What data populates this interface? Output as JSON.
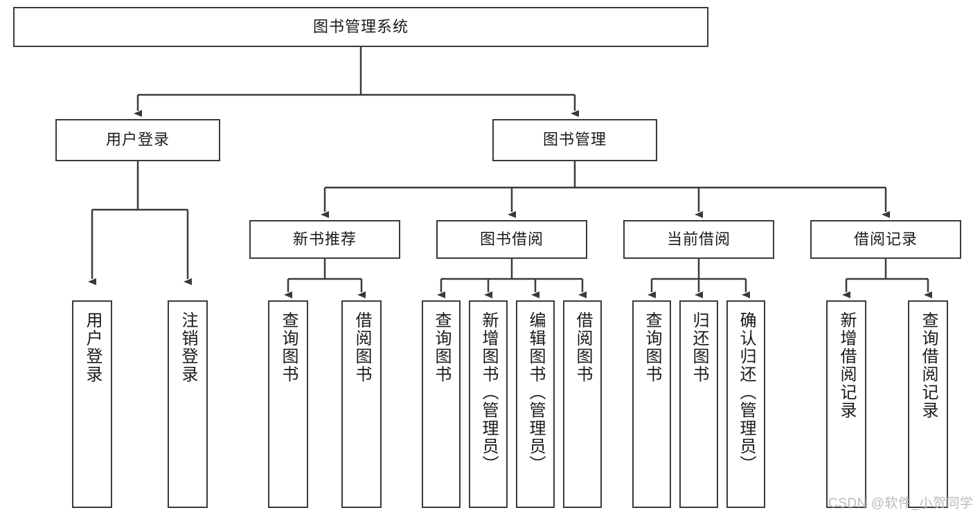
{
  "diagram": {
    "type": "tree",
    "orientation": "top-down",
    "root": {
      "label": "图书管理系统"
    },
    "level2": [
      {
        "label": "用户登录"
      },
      {
        "label": "图书管理"
      }
    ],
    "level3": [
      {
        "label": "新书推荐"
      },
      {
        "label": "图书借阅"
      },
      {
        "label": "当前借阅"
      },
      {
        "label": "借阅记录"
      }
    ],
    "leaves": {
      "user_login": [
        {
          "label": "用户登录"
        },
        {
          "label": "注销登录"
        }
      ],
      "new_book_recommend": [
        {
          "label": "查询图书"
        },
        {
          "label": "借阅图书"
        }
      ],
      "book_borrow": [
        {
          "label": "查询图书"
        },
        {
          "label": "新增图书（管理员）"
        },
        {
          "label": "编辑图书（管理员）"
        },
        {
          "label": "借阅图书"
        }
      ],
      "current_borrow": [
        {
          "label": "查询图书"
        },
        {
          "label": "归还图书"
        },
        {
          "label": "确认归还（管理员）"
        }
      ],
      "borrow_record": [
        {
          "label": "新增借阅记录"
        },
        {
          "label": "查询借阅记录"
        }
      ]
    }
  },
  "watermark": {
    "text": "CSDN @软件_小贺同学"
  },
  "colors": {
    "stroke": "#3a3a3a",
    "fill": "#ffffff",
    "text": "#1a1a1a",
    "watermark": "#b9b9b9"
  }
}
